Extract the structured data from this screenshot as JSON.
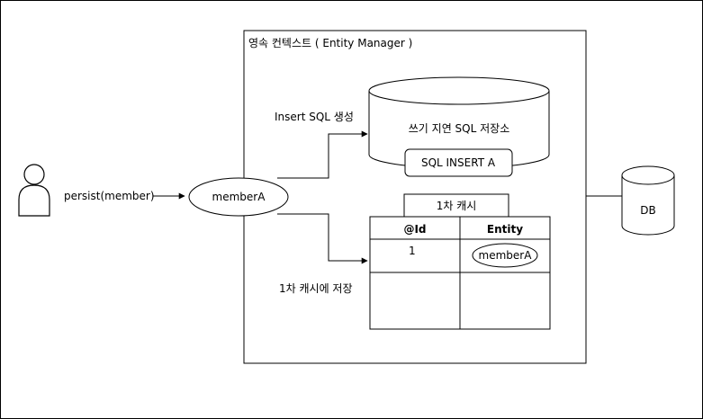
{
  "context": {
    "title": "영속 컨텍스트 ( Entity Manager )"
  },
  "actor": {
    "label": "persist(member)"
  },
  "entity_node": {
    "label": "memberA"
  },
  "edges": {
    "insert_sql_label": "Insert SQL 생성",
    "cache_store_label": "1차 캐시에 저장"
  },
  "write_delay_store": {
    "label": "쓰기 지연 SQL 저장소",
    "statement": "SQL INSERT A"
  },
  "first_level_cache": {
    "title": "1차 캐시",
    "columns": [
      "@Id",
      "Entity"
    ],
    "rows": [
      {
        "id": "1",
        "entity": "memberA"
      }
    ]
  },
  "database": {
    "label": "DB"
  }
}
